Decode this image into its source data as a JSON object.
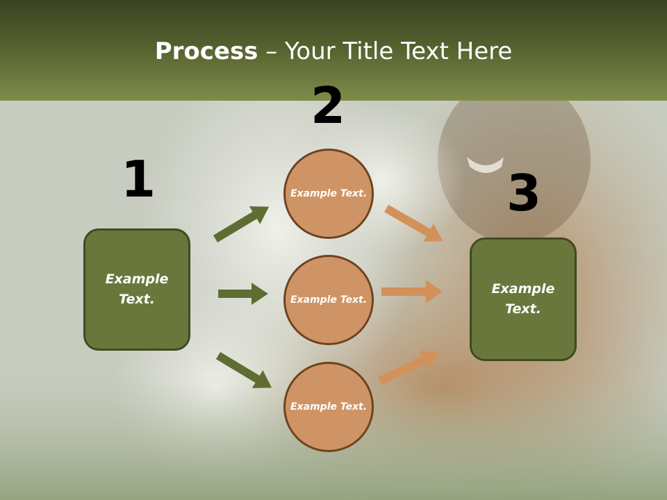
{
  "title": {
    "bold": "Process",
    "rest": " – Your Title Text Here"
  },
  "steps": [
    {
      "number": "1",
      "label": "Example Text."
    },
    {
      "number": "2",
      "label": "Example Text."
    },
    {
      "number": "3",
      "label": "Example Text."
    }
  ],
  "circles": [
    {
      "label": "Example Text."
    },
    {
      "label": "Example Text."
    },
    {
      "label": "Example Text."
    }
  ],
  "colors": {
    "header_dark": "#3a4222",
    "header_light": "#7e8c4a",
    "box_fill": "#6a773c",
    "circle_fill": "#cf9465",
    "green_arrow": "#5f6d32",
    "orange_arrow": "#d3915a"
  }
}
